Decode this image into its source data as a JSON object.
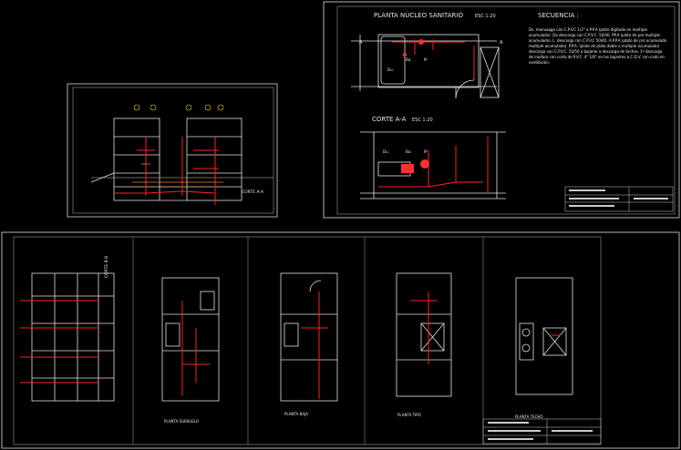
{
  "drawing": {
    "plan_title": "PLANTA NÚCLEO SANITARIO",
    "plan_scale": "ESC 1:20",
    "section_title": "CORTE A-A",
    "section_scale": "ESC 1:20",
    "sequence_title": "SECUENCIA :",
    "sequence_lines": [
      "Ds. manuaage con C.P.V.C 1/2\" a P.P.A (plato digitado en multiple",
      "acumulado). Da descarga con C.P.V.C. 50/40. PP.A (plato de pre multiple",
      "acumulado). L. descarga con C.P.V.C 50/40. A.P.P.A (plato de pre acumulado",
      "multiple acumulado). P.P.A. (plato de plato doble a multiple acumulado)",
      "descarga con C.P.V.C. 50/50 a bajante a descarga de techos. 1º descarga",
      "de inodoro con corto de P.V.C. 4\" 1/6\" en las bajantes a C.D.V. con codo en",
      "ventilación."
    ],
    "fixture_tags": [
      "Du.",
      "Ba.",
      "IP",
      "Du.",
      "Ba.",
      "IP"
    ],
    "elevation_label": "CORTE A-A",
    "right_elevation_label": "CORTE B-B",
    "floor_labels": [
      "PLANTA SUBSUELO",
      "PLANTA BAJA",
      "PLANTA TIPO",
      "PLANTA TECHO"
    ]
  }
}
